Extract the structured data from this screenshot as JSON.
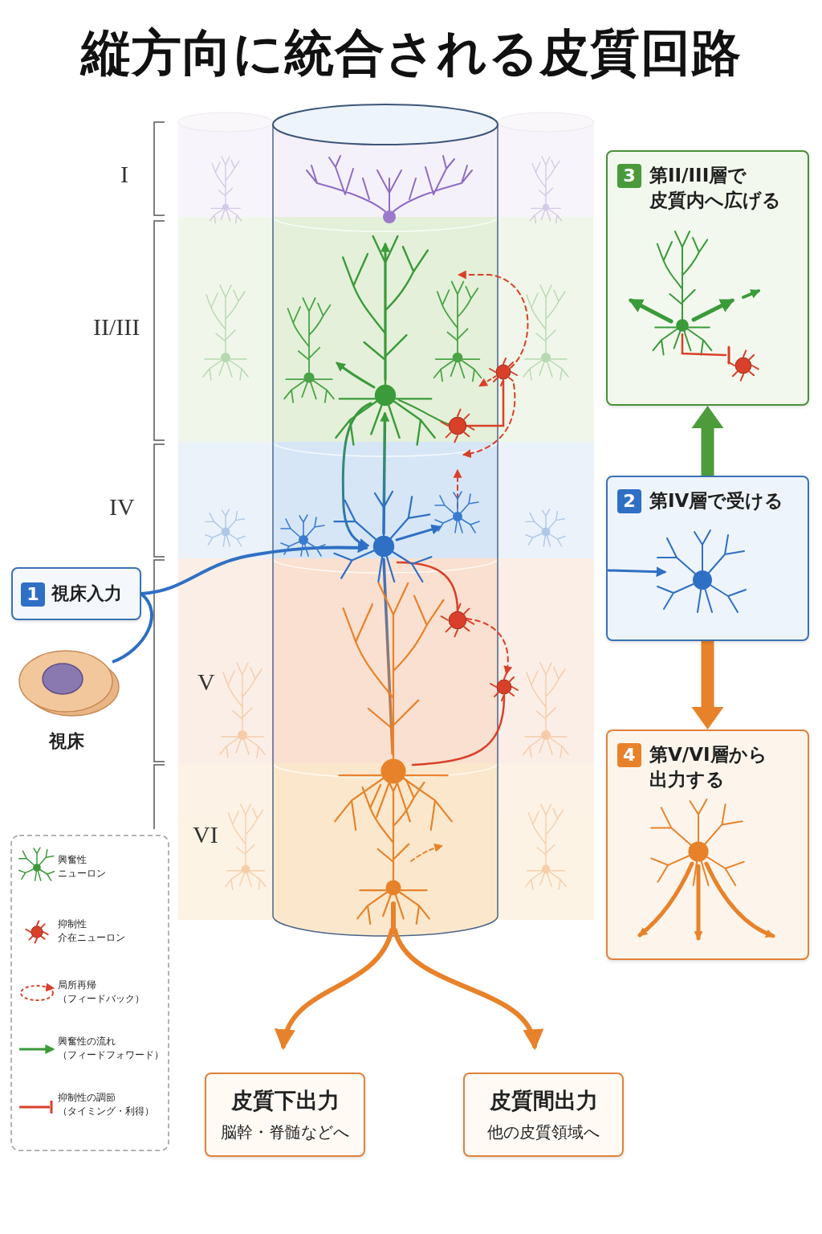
{
  "diagram": {
    "title": "縦方向に統合される皮質回路",
    "nodes": [
      {
        "text": [
          "3",
          "第II/III層で 皮質内へ広げる"
        ]
      },
      {
        "text": [
          "2",
          "第IV層で受ける"
        ]
      },
      {
        "text": [
          "1",
          "視床入力"
        ]
      },
      {
        "text": [
          "視床"
        ]
      },
      {
        "text": [
          "4",
          "第V/VI層から 出力する"
        ]
      },
      {
        "text": [
          "皮質下出力",
          "脳幹・脊髄などへ"
        ]
      },
      {
        "text": [
          "皮質間出力",
          "他の皮質領域へ"
        ]
      }
    ],
    "edges": [
      {
        "from": 1,
        "to": 0,
        "arrow": "to"
      },
      {
        "from": 1,
        "to": 4,
        "arrow": "to"
      },
      {
        "from": 3,
        "to": 2,
        "arrow": "none"
      }
    ],
    "labels": [
      "I",
      "II/III",
      "IV",
      "V",
      "VI"
    ],
    "legend": [
      {
        "text": "興奮性 ニューロン"
      },
      {
        "text": "抑制性 介在ニューロン"
      },
      {
        "text": "局所再帰 （フィードバック）"
      },
      {
        "text": "興奮性の流れ （フィードフォワード）"
      },
      {
        "text": "抑制性の調節 （タイミング・利得）"
      }
    ]
  }
}
